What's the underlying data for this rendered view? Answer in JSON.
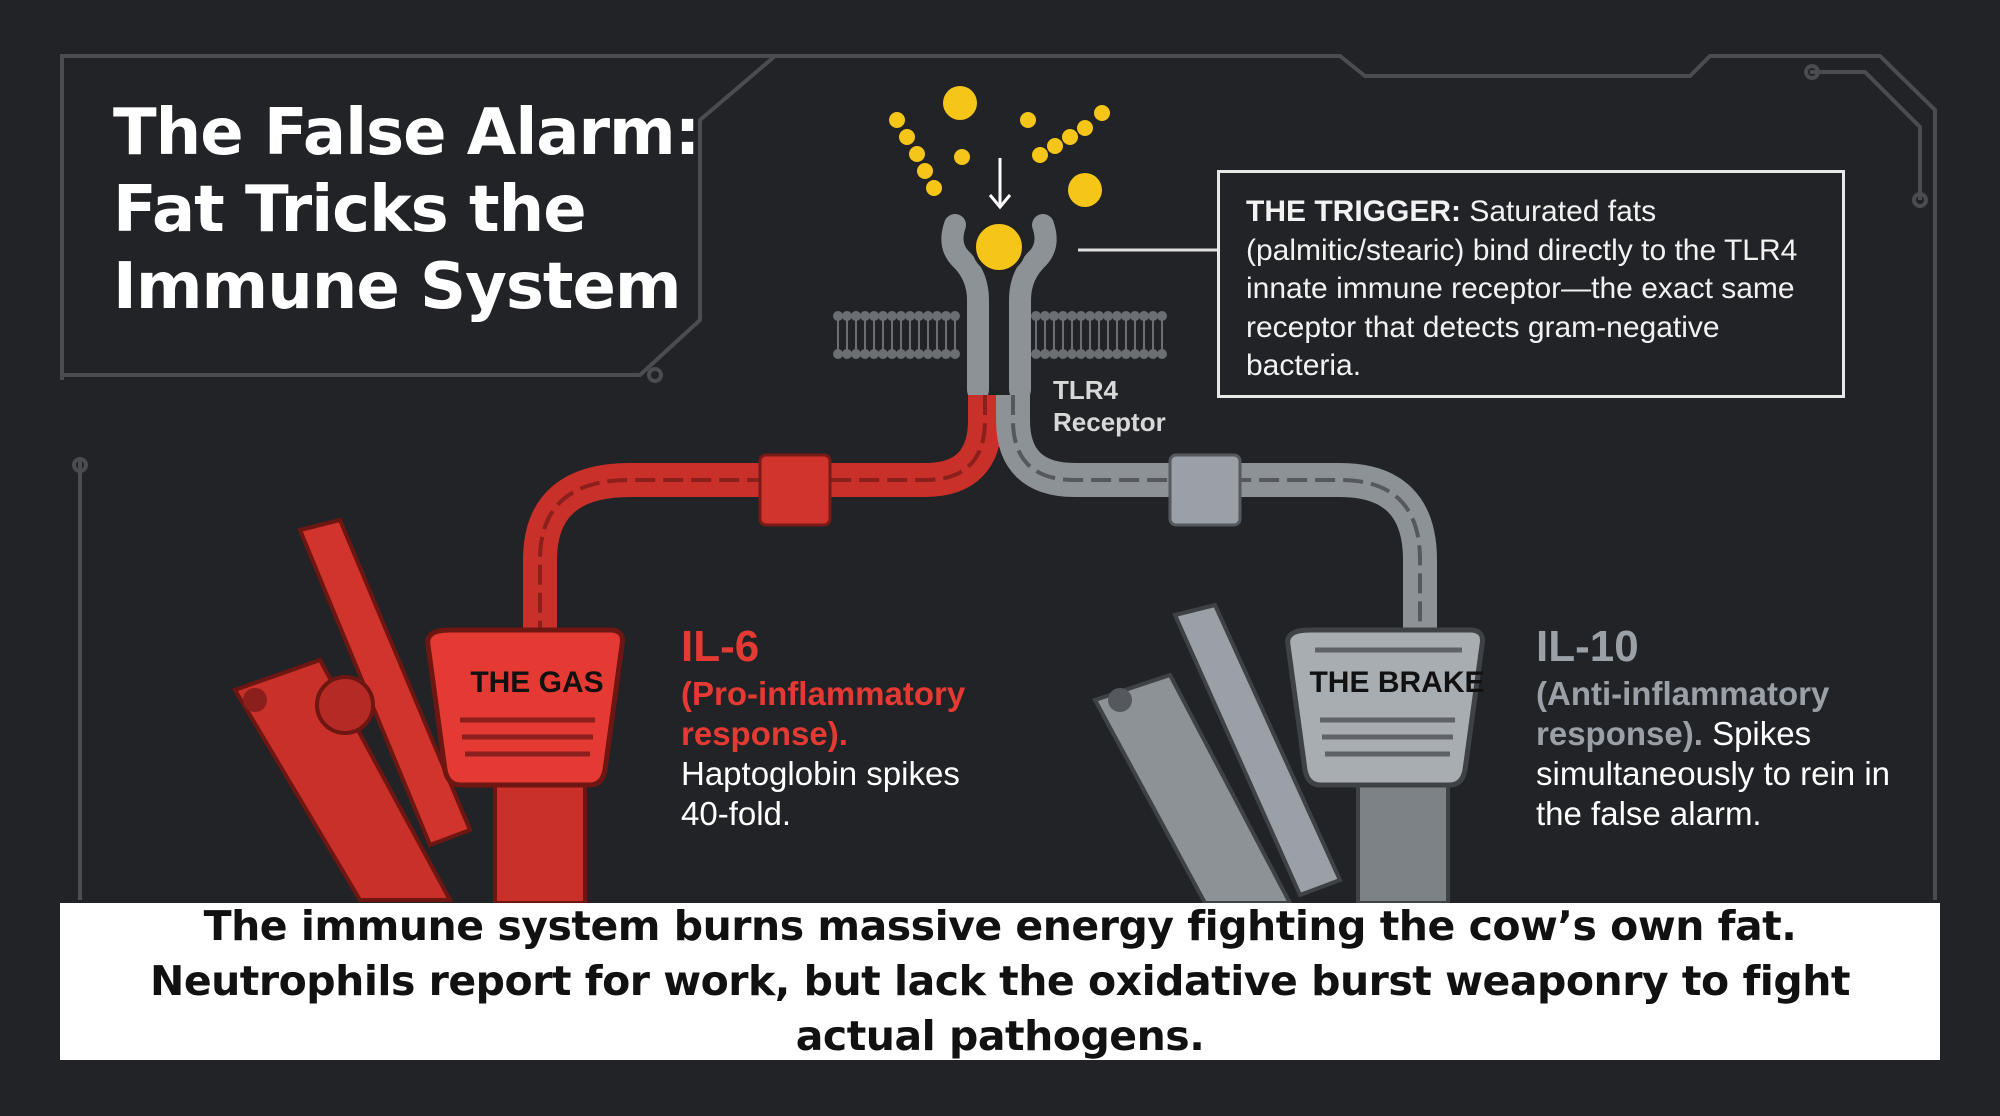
{
  "title": {
    "line1": "The False Alarm:",
    "line2": "Fat Tricks the",
    "line3": "Immune System"
  },
  "trigger": {
    "label": "THE TRIGGER:",
    "text": "Saturated fats (palmitic/stearic) bind directly to the TLR4 innate immune receptor—the exact same receptor that detects gram-negative bacteria."
  },
  "receptor": {
    "line1": "TLR4",
    "line2": "Receptor"
  },
  "gas": {
    "pedal_label": "THE GAS",
    "heading": "IL-6",
    "subtitle": "(Pro-inflammatory response).",
    "body": "Haptoglobin spikes 40-fold.",
    "color": "#e53a33"
  },
  "brake": {
    "pedal_label": "THE BRAKE",
    "heading": "IL-10",
    "subtitle": "(Anti-inflammatory response).",
    "body": "Spikes simultaneously to rein in the false alarm.",
    "color": "#9aa0a6"
  },
  "banner": {
    "text": "The immune system burns massive energy fighting the cow’s own fat. Neutrophils report for work, but lack the oxidative burst weaponry to fight actual pathogens."
  },
  "colors": {
    "background": "#222326",
    "fat": "#f5c518",
    "red": "#e53a33",
    "gray": "#8d9297"
  }
}
